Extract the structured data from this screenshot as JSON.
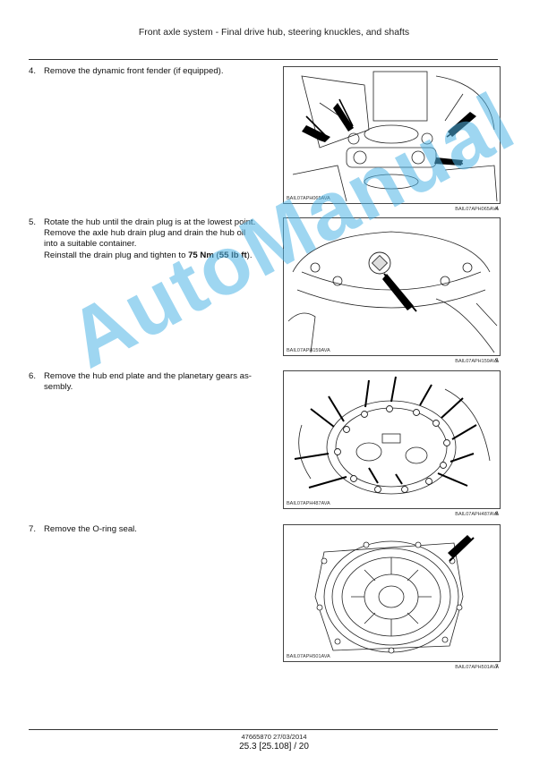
{
  "header": {
    "title": "Front axle system - Final drive hub, steering knuckles, and shafts"
  },
  "steps": [
    {
      "number": "4.",
      "lines": [
        "Remove the dynamic front fender (if equipped)."
      ],
      "figure": {
        "inner_label": "BAIL07APH065AVA",
        "caption": "BAIL07APH065AVA",
        "num": "4"
      }
    },
    {
      "number": "5.",
      "lines": [
        "Rotate the hub until the drain plug is at the lowest point.",
        "Remove the axle hub drain plug and drain the hub oil",
        "into a suitable container."
      ],
      "torque_prefix": "Reinstall the drain plug and tighten to ",
      "torque_nm": "75 Nm",
      "torque_mid": " (",
      "torque_lbft": "55 lb ft",
      "torque_suffix": ").",
      "figure": {
        "inner_label": "BAIL07APH159AVA",
        "caption": "BAIL07APH159AVA",
        "num": "5"
      }
    },
    {
      "number": "6.",
      "lines": [
        "Remove the hub end plate and the planetary gears as-",
        "sembly."
      ],
      "figure": {
        "inner_label": "BAIL07APH487AVA",
        "caption": "BAIL07APH487AVA",
        "num": "6"
      }
    },
    {
      "number": "7.",
      "lines": [
        "Remove the O-ring seal."
      ],
      "figure": {
        "inner_label": "BAIL07APH501AVA",
        "caption": "BAIL07APH501AVA",
        "num": "7"
      }
    }
  ],
  "watermark": "AutoManual",
  "footer": {
    "code": "47665870 27/03/2014",
    "page": "25.3 [25.108] / 20"
  }
}
